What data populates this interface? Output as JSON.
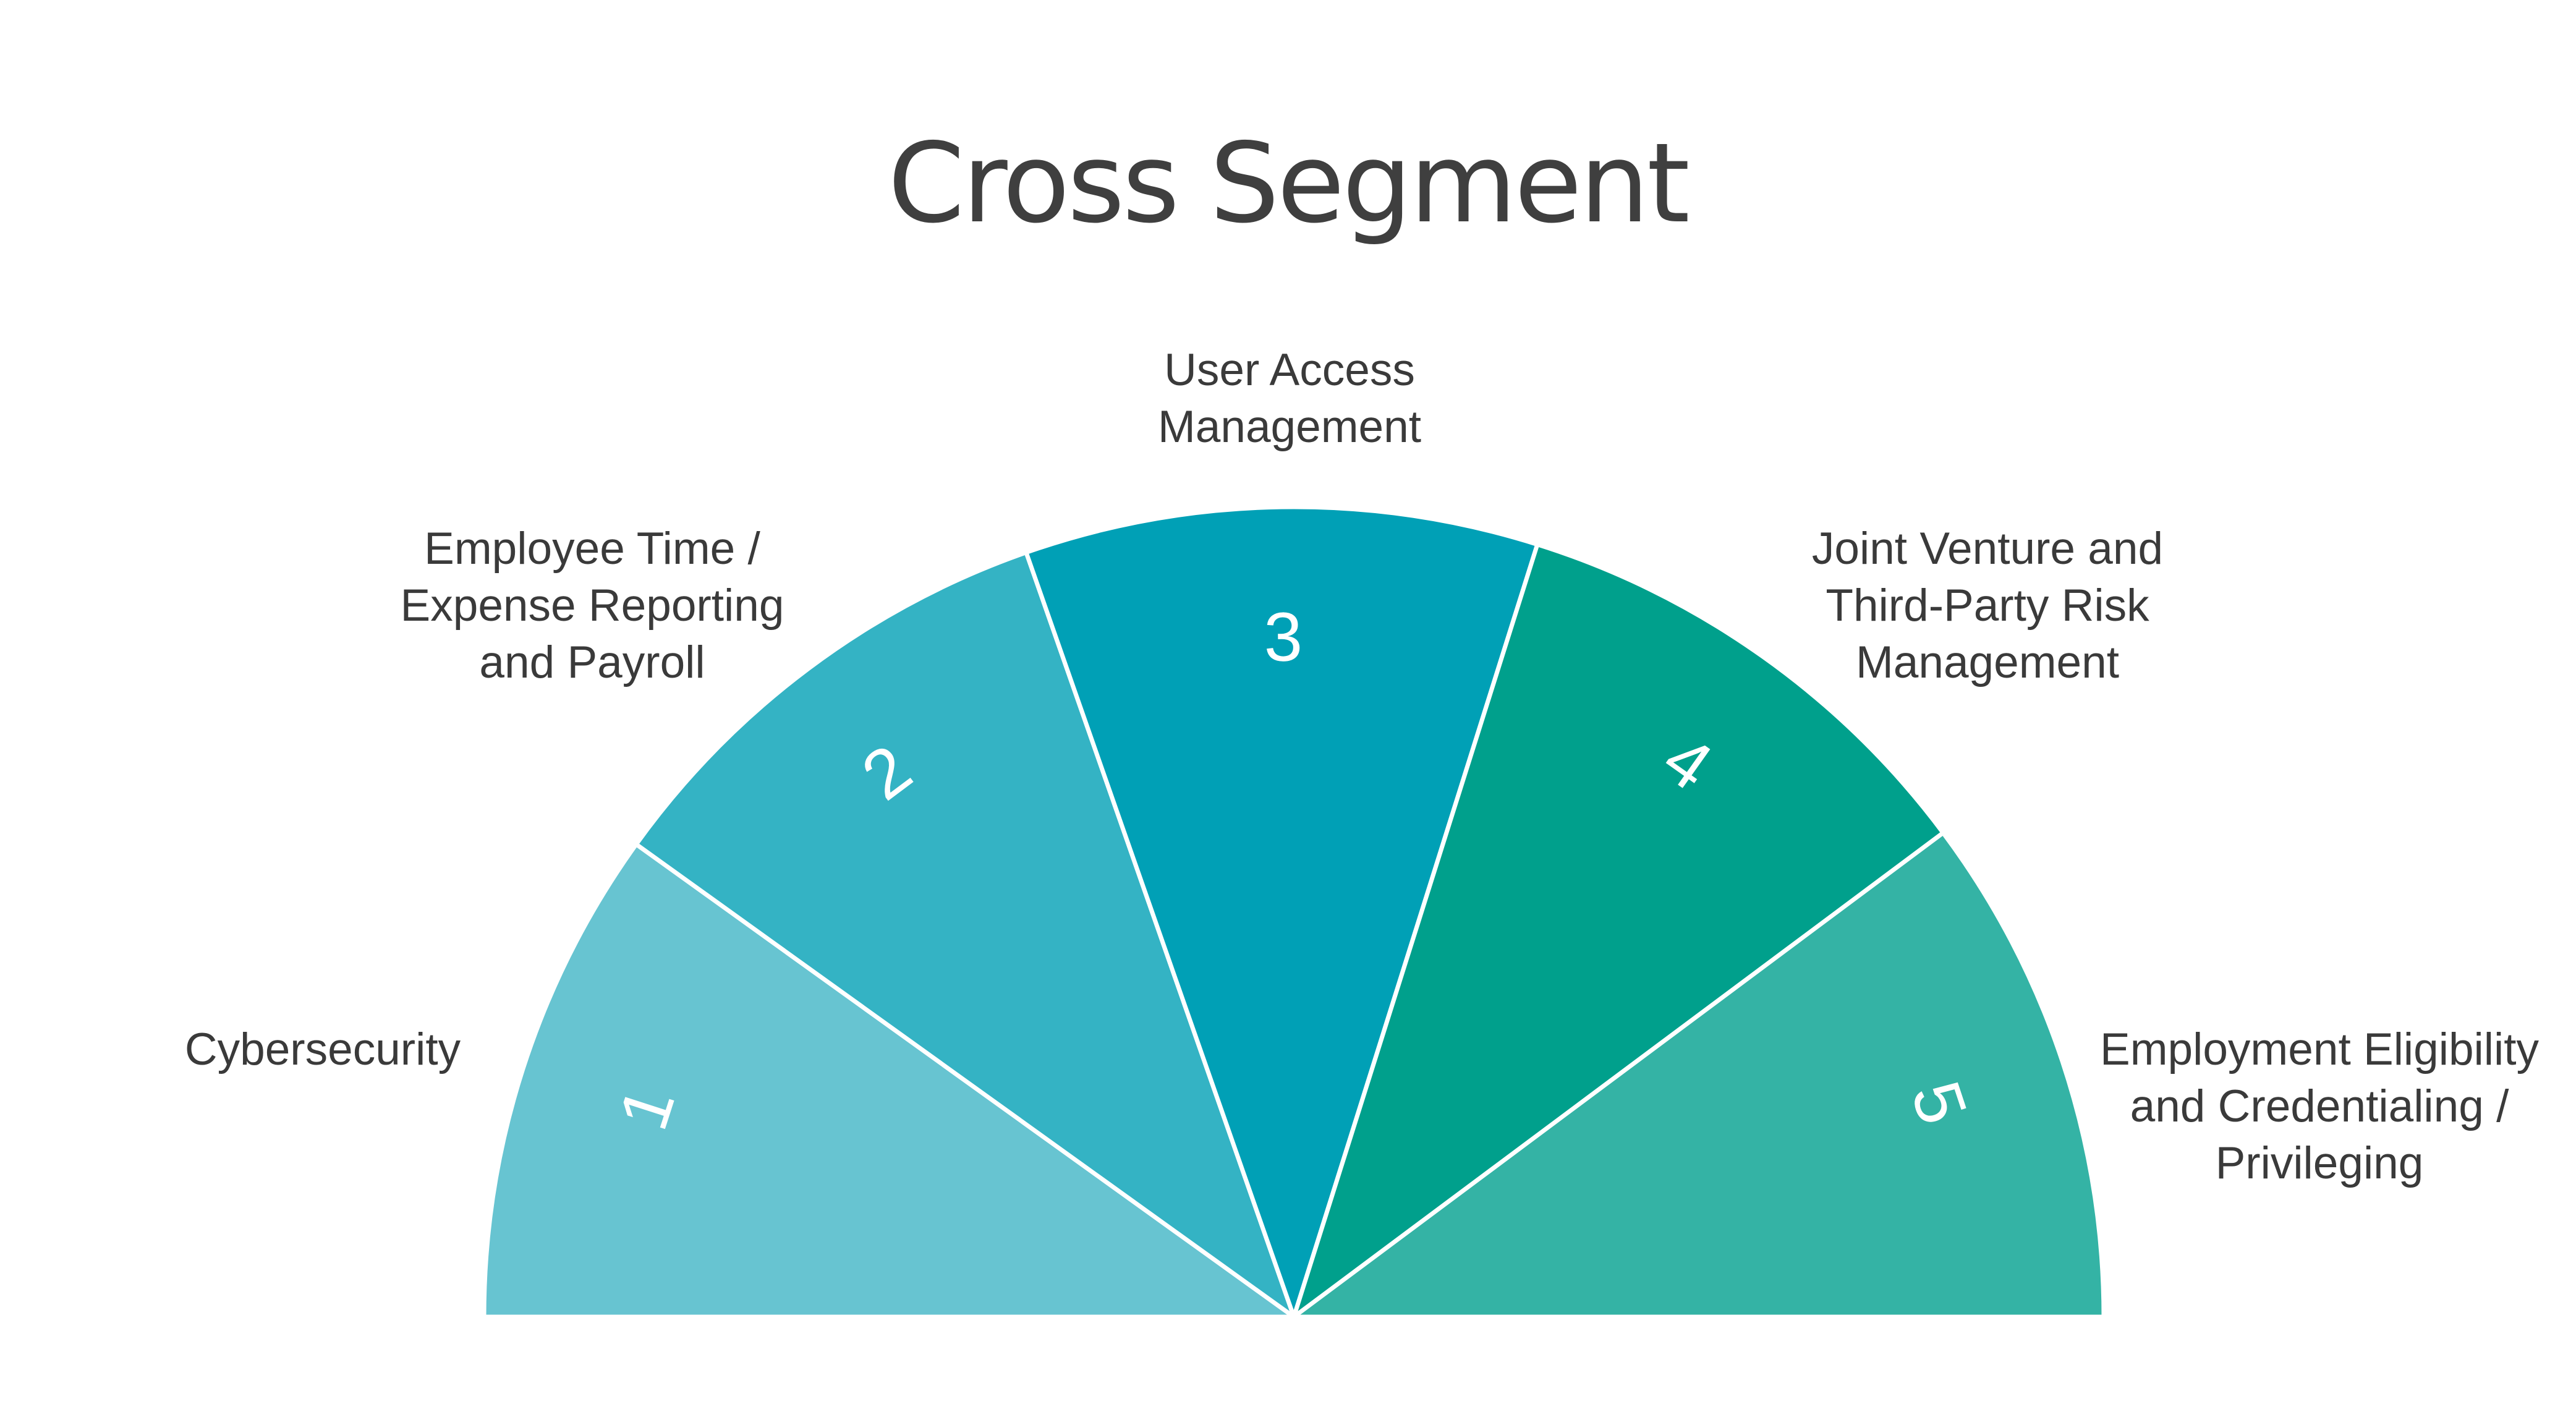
{
  "title": "Cross Segment",
  "segments": [
    {
      "number": "1",
      "label_lines": [
        "Cybersecurity"
      ],
      "color": "#67c4d1"
    },
    {
      "number": "2",
      "label_lines": [
        "Employee Time /",
        "Expense Reporting",
        "and Payroll"
      ],
      "color": "#34b3c4"
    },
    {
      "number": "3",
      "label_lines": [
        "User Access",
        "Management"
      ],
      "color": "#00a0b6"
    },
    {
      "number": "4",
      "label_lines": [
        "Joint Venture and",
        "Third-Party Risk",
        "Management"
      ],
      "color": "#00a08c"
    },
    {
      "number": "5",
      "label_lines": [
        "Employment Eligibility",
        "and Credentialing /",
        "Privileging"
      ],
      "color": "#34b3a5"
    }
  ]
}
